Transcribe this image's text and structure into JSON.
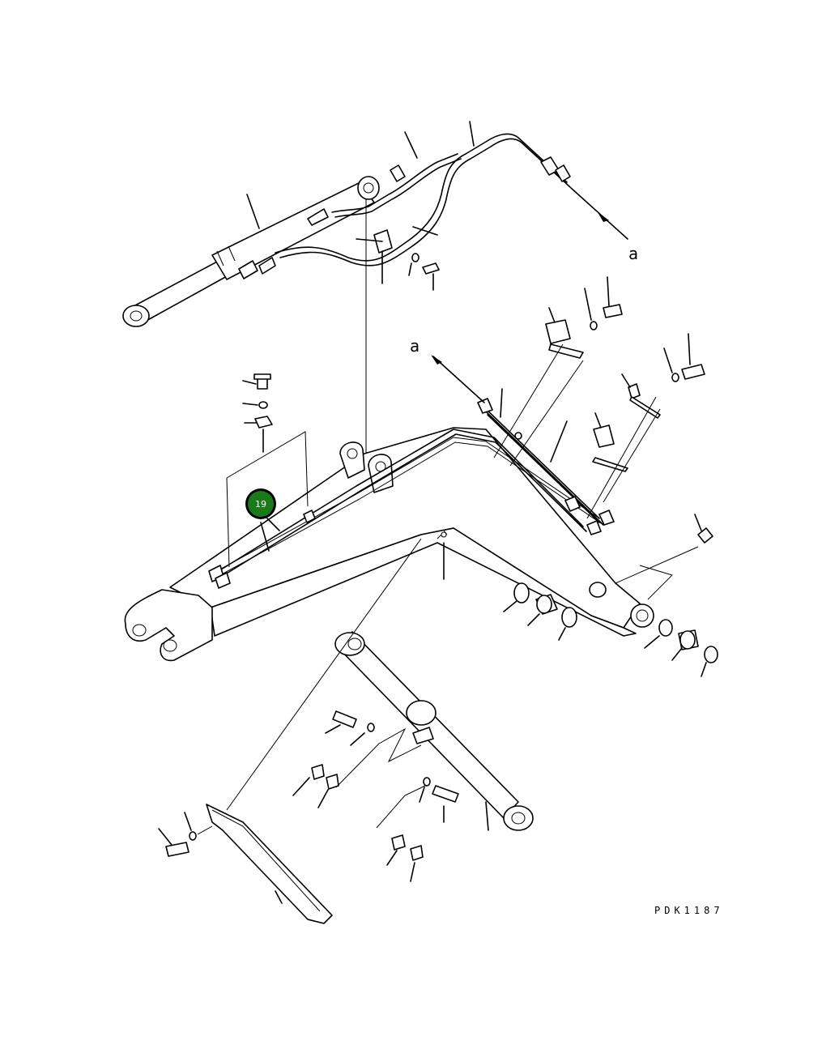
{
  "diagram": {
    "ref_labels": {
      "upper_arrow": "a",
      "lower_arrow": "a"
    },
    "drawing_code": "PDK1187",
    "callout": {
      "number": "19",
      "color": "#1a7a1a"
    }
  }
}
